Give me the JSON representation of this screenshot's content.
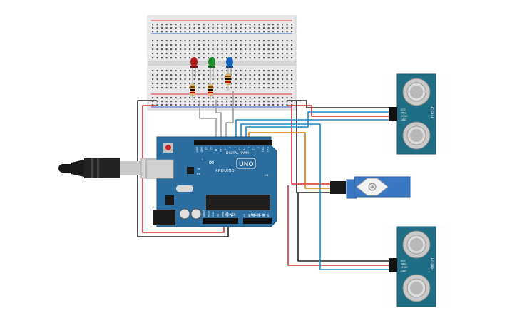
{
  "arduino": {
    "brand": "ARDUINO",
    "model": "UNO",
    "digital_label": "DIGITAL (PWM~)",
    "power_label": "POWER",
    "analog_label": "ANALOG IN",
    "on_label": "ON",
    "tx_label": "TX",
    "rx_label": "RX",
    "l_label": "L",
    "digital_pins": [
      "AREF",
      "GND",
      "13",
      "12",
      "~11",
      "~10",
      "~9",
      "8",
      "7",
      "~6",
      "~5",
      "4",
      "~3",
      "2",
      "TX 1",
      "RX 0"
    ],
    "power_pins": [
      "IOREF",
      "RESET",
      "3.3V",
      "5V",
      "GND",
      "GND",
      "Vin"
    ],
    "analog_pins": [
      "A0",
      "A1",
      "A2",
      "A3",
      "A4",
      "A5"
    ]
  },
  "sensors": {
    "model": "HC-SR04",
    "pins": [
      "VCC",
      "TRIG",
      "ECHO",
      "GND"
    ]
  },
  "leds": [
    {
      "name": "red",
      "color": "#b71c1c"
    },
    {
      "name": "green",
      "color": "#1e8f2e"
    },
    {
      "name": "blue",
      "color": "#1565c0"
    }
  ],
  "colors": {
    "wire_black": "#222222",
    "wire_red": "#d32f2f",
    "wire_blue": "#1e88c8",
    "wire_orange": "#e07b00",
    "wire_gray": "#9e9e9e",
    "board_blue": "#2c6da0",
    "sensor_teal": "#1f6e85",
    "breadboard": "#e6e6e6",
    "servo_blue": "#3b78c4"
  }
}
